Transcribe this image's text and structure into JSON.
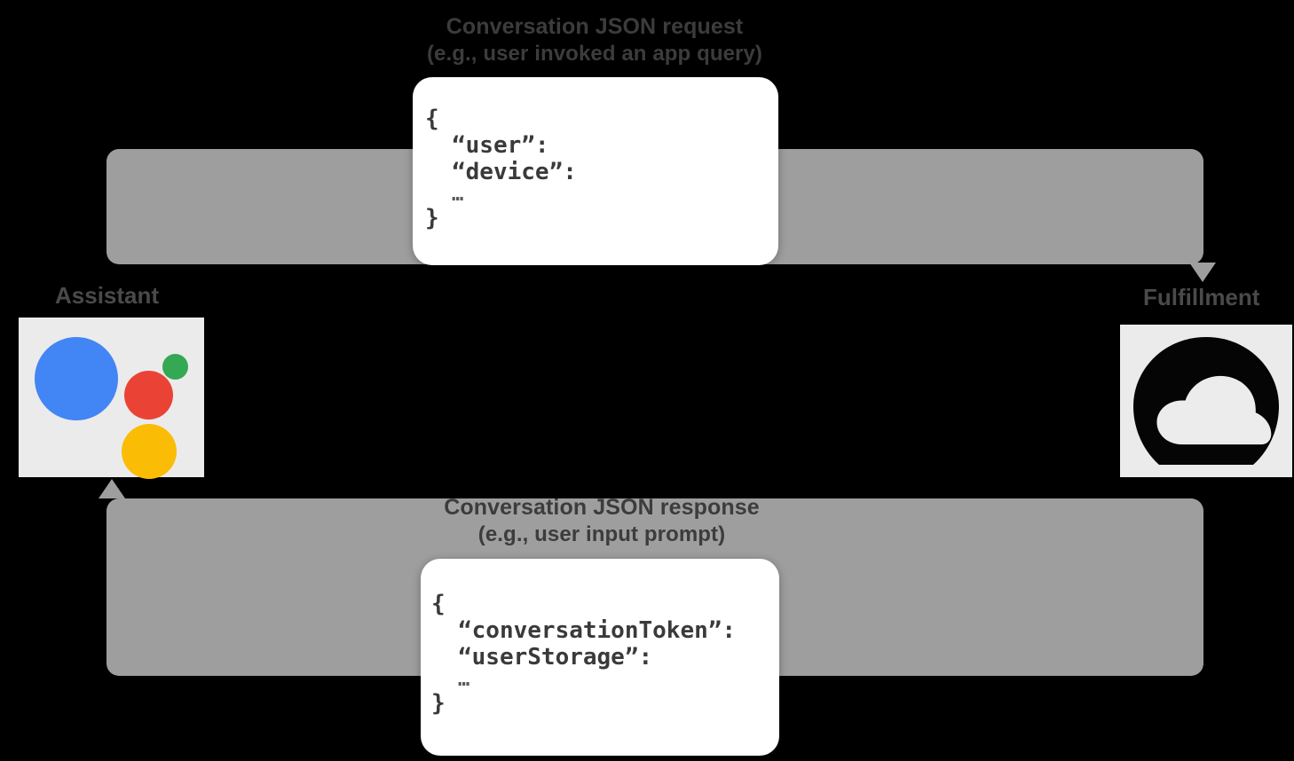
{
  "diagram": {
    "title": "Conversation JSON request / response flow",
    "colors": {
      "background": "#000000",
      "band": "#9e9e9e",
      "tile": "#ebebeb",
      "card": "#ffffff",
      "label_text": "#3c3c3c",
      "google_blue": "#4285F4",
      "google_red": "#EA4335",
      "google_green": "#34A853",
      "google_yellow": "#FBBC05"
    }
  },
  "nodes": {
    "assistant": {
      "label": "Assistant",
      "icon": "google-assistant-icon"
    },
    "fulfillment": {
      "label": "Fulfillment",
      "icon": "cloud-icon"
    }
  },
  "flows": {
    "request": {
      "title": "Conversation JSON request",
      "subtitle": "(e.g., user invoked an app query)",
      "direction": "assistant-to-fulfillment",
      "arrow": "arrow-down-icon"
    },
    "response": {
      "title": "Conversation JSON response",
      "subtitle": "(e.g., user input prompt)",
      "direction": "fulfillment-to-assistant",
      "arrow": "arrow-up-icon"
    }
  },
  "payloads": {
    "request": {
      "open_brace": "{",
      "line1": "“user”:",
      "line2": "“device”:",
      "ellipsis": "…",
      "close_brace": "}"
    },
    "response": {
      "open_brace": "{",
      "line1": "“conversationToken”:",
      "line2": "“userStorage”:",
      "ellipsis": "…",
      "close_brace": "}"
    }
  }
}
